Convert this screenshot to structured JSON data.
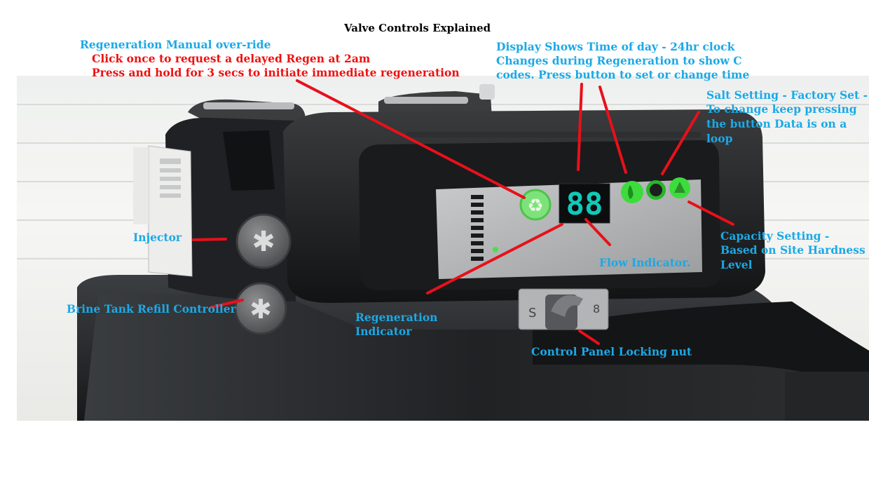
{
  "title": "Valve Controls Explained",
  "labels": {
    "regen_override_heading": "Regeneration Manual over-ride",
    "regen_override_line1": "Click once to request a delayed Regen at 2am",
    "regen_override_line2": "Press and hold for 3 secs to initiate immediate regeneration",
    "display_line1": "Display Shows Time of day - 24hr clock",
    "display_line2": "Changes during Regeneration to show C",
    "display_line3": "codes. Press button to set or change time",
    "salt_line1": "Salt Setting - Factory Set -",
    "salt_line2": "To change keep pressing",
    "salt_line3": "the button Data is on a",
    "salt_line4": "loop",
    "injector": "Injector",
    "brine": "Brine Tank Refill Controller",
    "regen_indicator_line1": "Regeneration",
    "regen_indicator_line2": "Indicator",
    "flow_indicator": "Flow Indicator.",
    "capacity_line1": "Capacity Setting -",
    "capacity_line2": "Based on Site Hardness",
    "capacity_line3": "Level",
    "locking_nut": "Control Panel Locking nut"
  },
  "display": {
    "digits": "88"
  },
  "colors": {
    "annotation_blue": "#1ba9e6",
    "annotation_red": "#ee1111",
    "leader_line": "#e8101a",
    "led_green": "#3ddc3d",
    "display_teal": "#12c9b8"
  }
}
